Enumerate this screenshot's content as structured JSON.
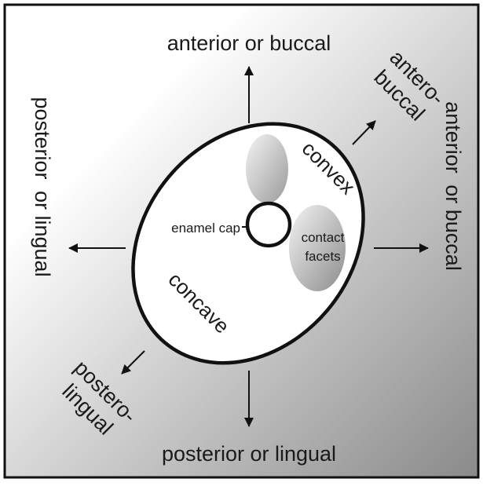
{
  "diagram": {
    "colors": {
      "frame": "#111111",
      "gradient_light": "#ffffff",
      "gradient_dark": "#8a8a8a",
      "facet_light": "#f2f2f2",
      "facet_dark": "#8c8c8c",
      "ink": "#1a1a1a"
    },
    "labels": {
      "top_direction": "anterior or buccal",
      "right_direction_line1": "anterior",
      "right_direction_line2": "or buccal",
      "bottom_direction": "posterior or lingual",
      "left_direction_line1": "posterior",
      "left_direction_line2": "or lingual",
      "diag_ne_line1": "antero-",
      "diag_ne_line2": "buccal",
      "diag_sw_line1": "postero-",
      "diag_sw_line2": "lingual",
      "convex": "convex",
      "concave": "concave",
      "enamel_cap": "enamel cap",
      "contact_line1": "contact",
      "contact_line2": "facets"
    }
  }
}
